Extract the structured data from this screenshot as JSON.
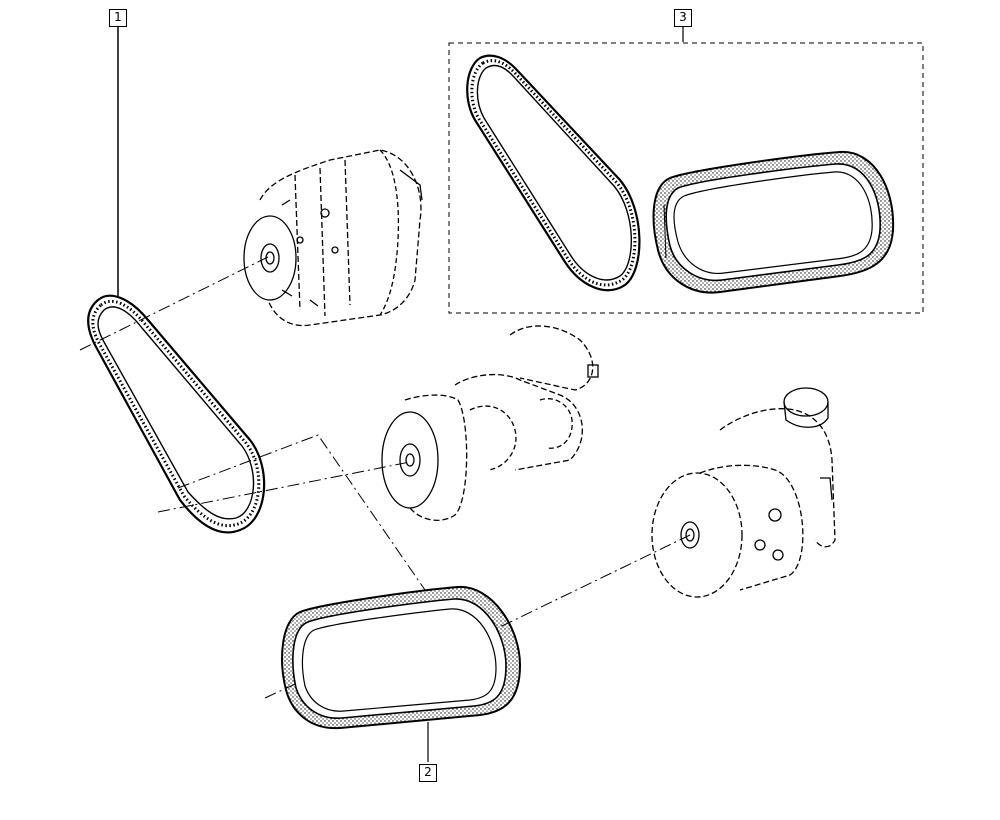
{
  "callouts": {
    "c1": "1",
    "c2": "2",
    "c3": "3"
  },
  "icons": [
    "alternator-icon",
    "crankshaft-pulley-icon",
    "power-steering-pump-icon",
    "v-belt-icon",
    "ribbed-belt-icon"
  ],
  "colors": {
    "line": "#000000",
    "background": "#ffffff"
  }
}
